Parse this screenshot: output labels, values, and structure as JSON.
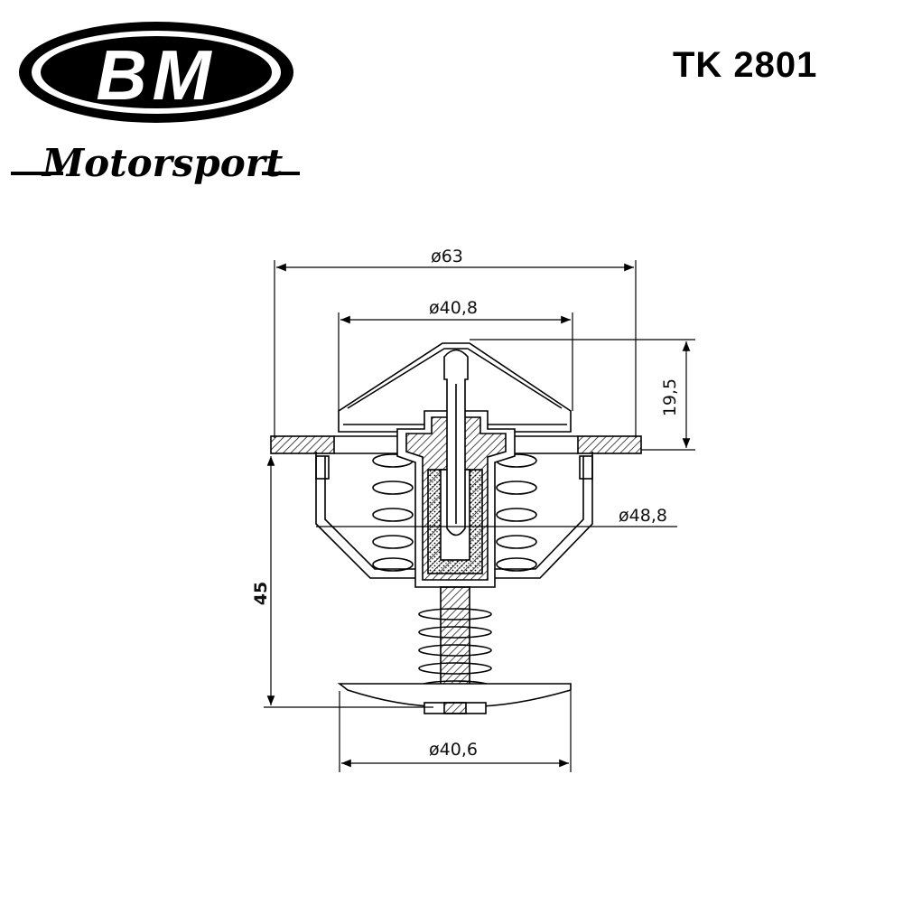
{
  "brand": {
    "logo_text": "BM",
    "tagline": "Motorsport"
  },
  "part_number": "TK 2801",
  "dimensions": {
    "overall_diameter": "ø63",
    "top_diameter": "ø40,8",
    "top_height": "19,5",
    "body_diameter": "ø48,8",
    "overall_height": "45",
    "bottom_diameter": "ø40,6"
  },
  "colors": {
    "line": "#000000",
    "background": "#ffffff"
  }
}
